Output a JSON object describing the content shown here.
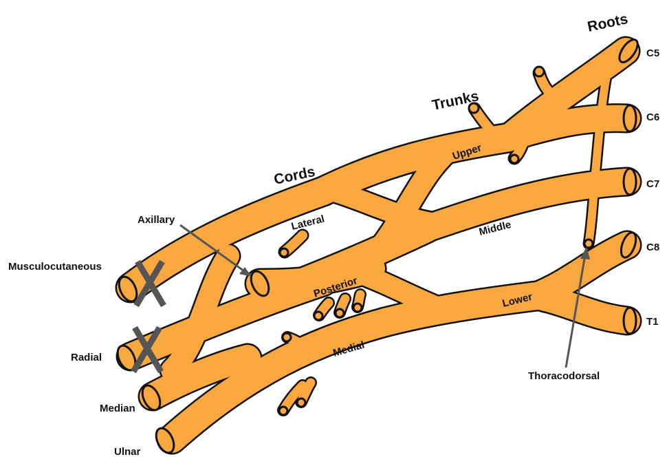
{
  "colors": {
    "nerve": "#F9A83F",
    "outline": "#111111",
    "pointer": "#555555",
    "cross": "#555555"
  },
  "headings": {
    "roots": "Roots",
    "trunks": "Trunks",
    "cords": "Cords"
  },
  "roots": {
    "c5": "C5",
    "c6": "C6",
    "c7": "C7",
    "c8": "C8",
    "t1": "T1"
  },
  "trunks": {
    "upper": "Upper",
    "middle": "Middle",
    "lower": "Lower"
  },
  "cords": {
    "lateral": "Lateral",
    "posterior": "Posterior",
    "medial": "Medial"
  },
  "branches": {
    "axillary": "Axillary",
    "musculocutaneous": "Musculocutaneous",
    "radial": "Radial",
    "median": "Median",
    "ulnar": "Ulnar",
    "thoracodorsal": "Thoracodorsal"
  },
  "crossed_out": [
    "musculocutaneous",
    "radial"
  ]
}
